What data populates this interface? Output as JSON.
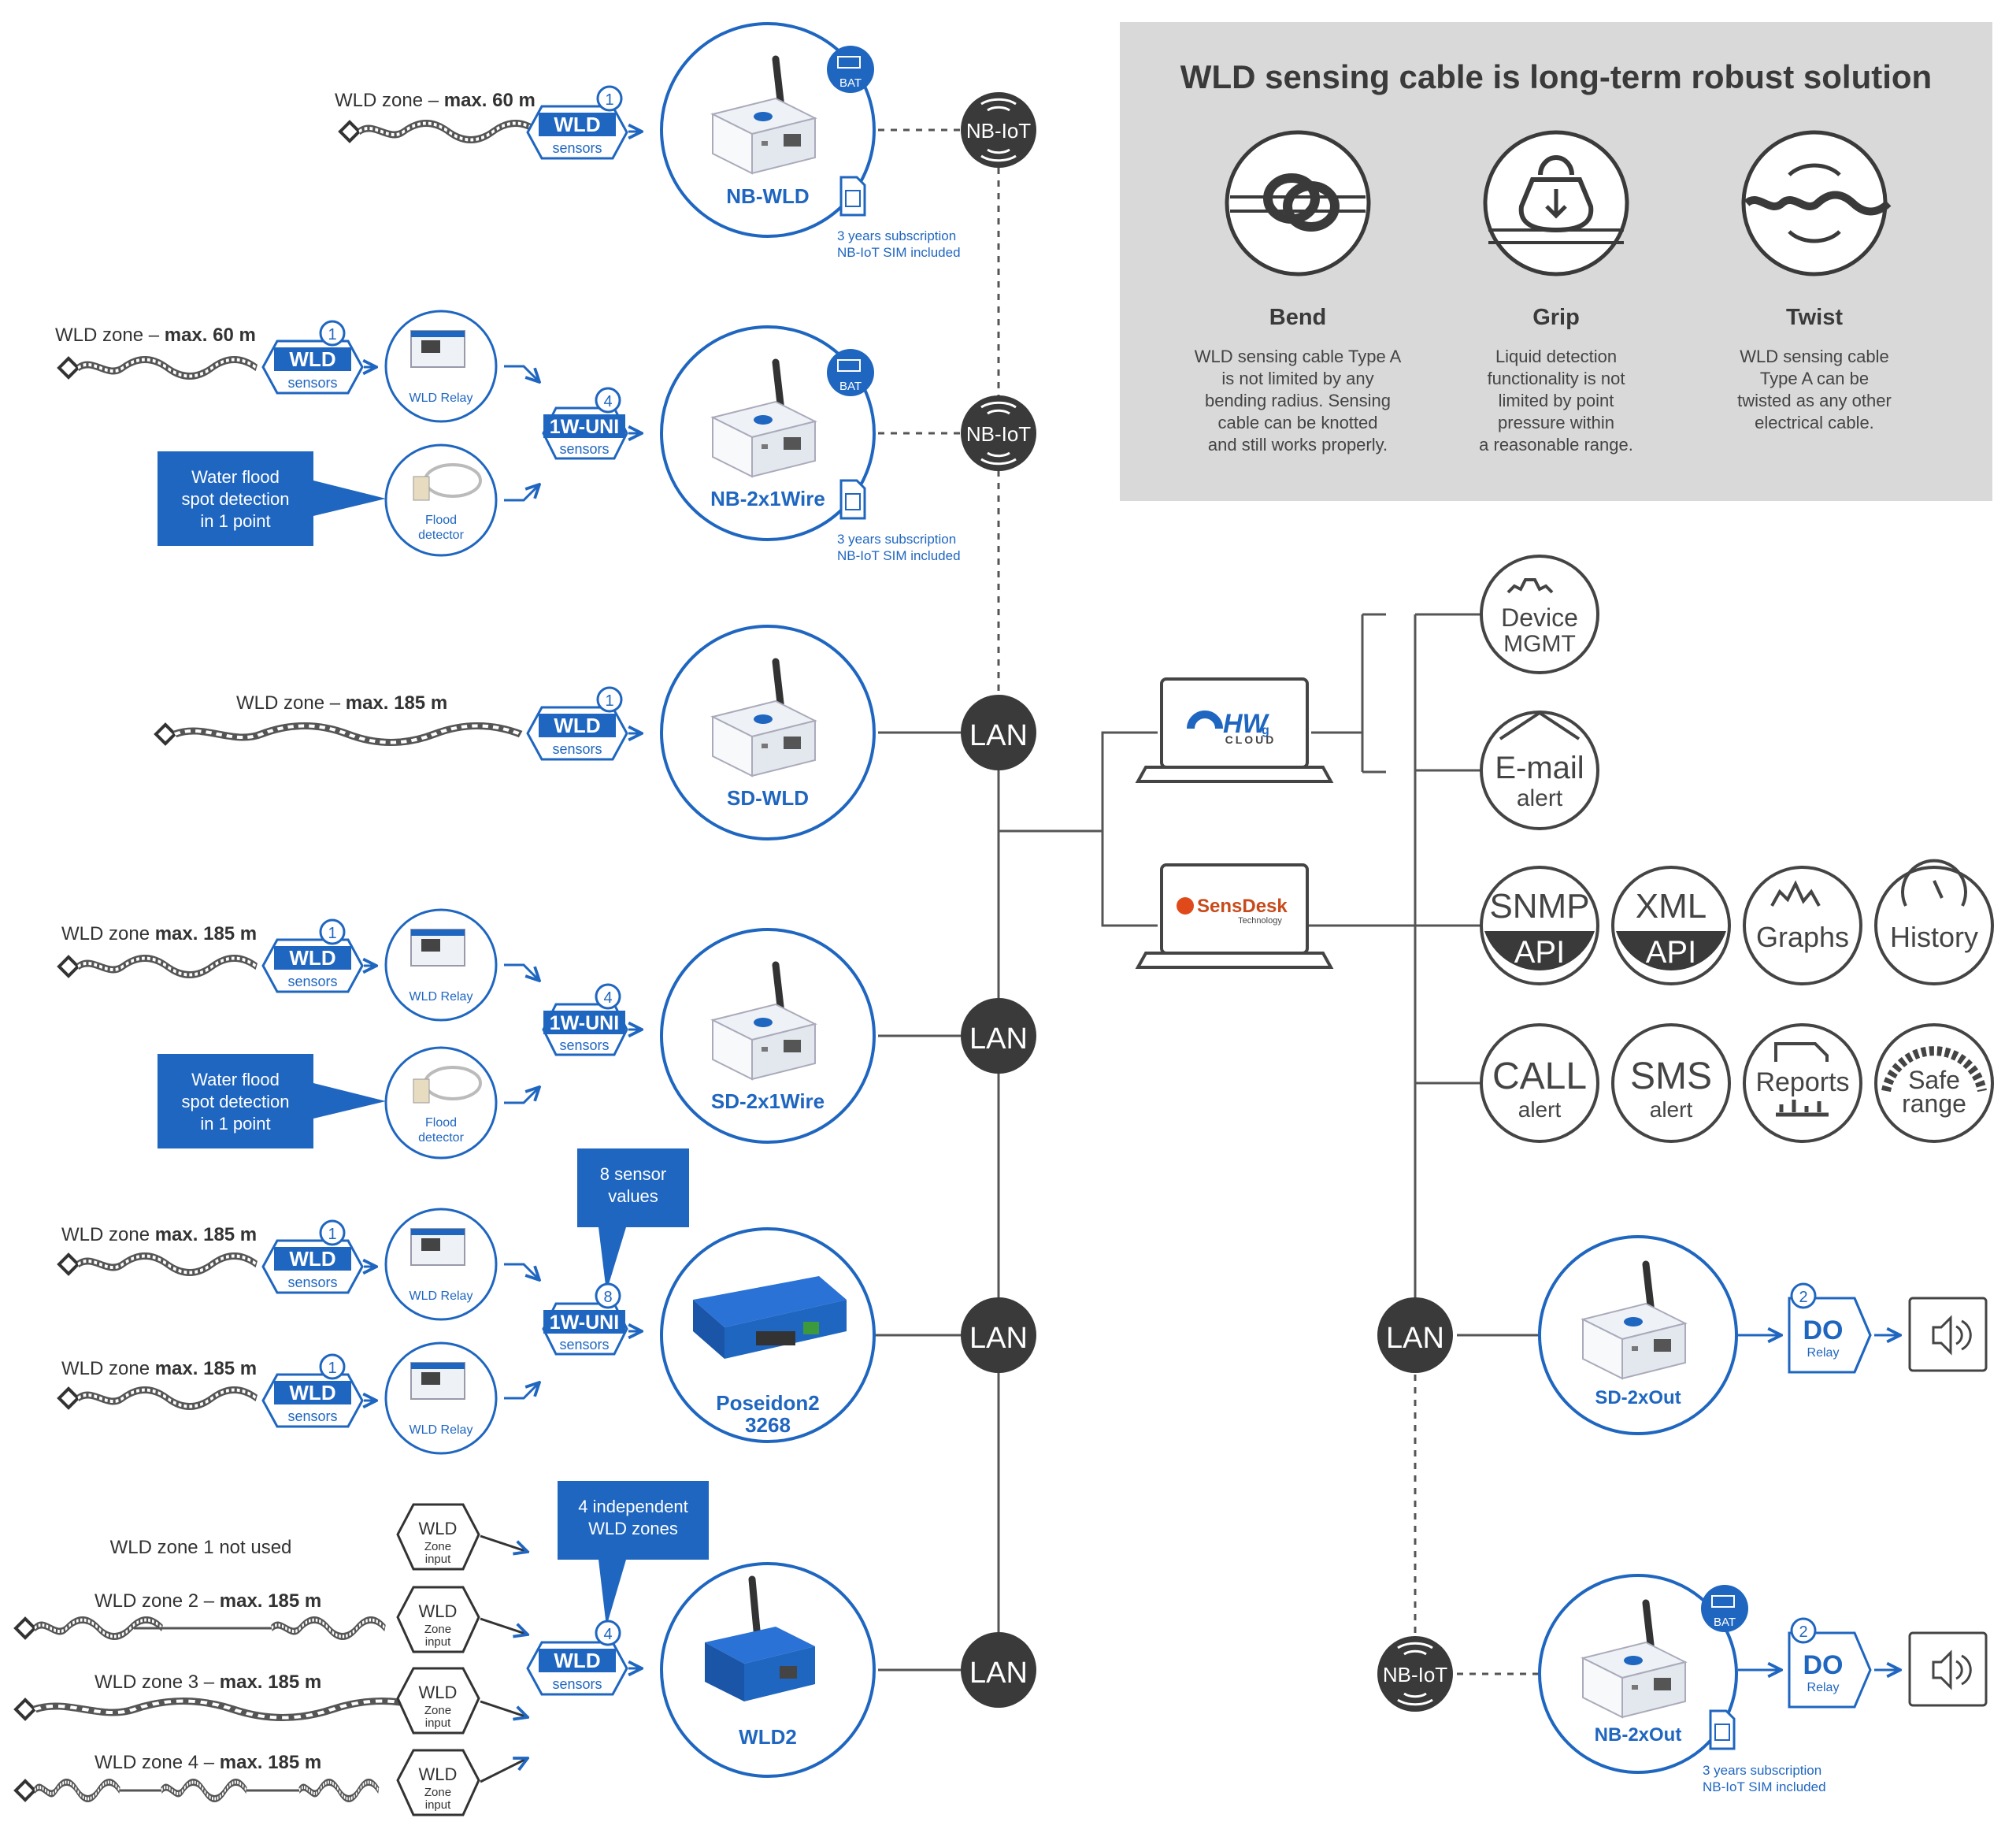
{
  "colors": {
    "blue": "#1f66c0",
    "dark": "#3a3a3a",
    "panel": "#d9d9d9",
    "text": "#333333",
    "white": "#ffffff"
  },
  "info_panel": {
    "title": "WLD sensing cable is long-term robust solution",
    "features": [
      {
        "icon": "knot-icon",
        "title": "Bend",
        "lines": [
          "WLD sensing cable Type A",
          "is not limited by any",
          "bending radius. Sensing",
          "cable can be knotted",
          "and still works properly."
        ]
      },
      {
        "icon": "kettlebell-icon",
        "title": "Grip",
        "lines": [
          "Liquid detection",
          "functionality is not",
          "limited by point",
          "pressure within",
          "a reasonable range."
        ]
      },
      {
        "icon": "twist-icon",
        "title": "Twist",
        "lines": [
          "WLD sensing cable",
          "Type A can be",
          "twisted as any other",
          "electrical cable."
        ]
      }
    ]
  },
  "common": {
    "wld": "WLD",
    "sensors": "sensors",
    "uni": "1W-UNI",
    "relay": "WLD Relay",
    "flood1": "Flood",
    "flood2": "detector",
    "bat": "BAT",
    "flood_callout": [
      "Water flood",
      "spot detection",
      "in 1 point"
    ],
    "sim": [
      "3 years subscription",
      "NB-IoT SIM included"
    ],
    "nbiot": "NB-IoT",
    "lan": "LAN",
    "zone_input": [
      "WLD",
      "Zone",
      "input"
    ],
    "do": "DO",
    "do_sub": "Relay"
  },
  "rows": {
    "nbwld": {
      "zone_pre": "WLD zone – ",
      "zone_bold": "max. 60 m",
      "count": "1",
      "device": "NB-WLD"
    },
    "nb2x1": {
      "zone_pre": "WLD zone – ",
      "zone_bold": "max. 60 m",
      "count1": "1",
      "count4": "4",
      "device": "NB-2x1Wire"
    },
    "sdwld": {
      "zone_pre": "WLD zone – ",
      "zone_bold": "max. 185 m",
      "count": "1",
      "device": "SD-WLD"
    },
    "sd2x1": {
      "zone_pre": "WLD zone ",
      "zone_bold": "max. 185 m",
      "count1": "1",
      "count4": "4",
      "device": "SD-2x1Wire"
    },
    "poseidon": {
      "zone_pre": "WLD zone ",
      "zone_bold": "max. 185 m",
      "count1": "1",
      "count8": "8",
      "callout": [
        "8 sensor",
        "values"
      ],
      "device": [
        "Poseidon2",
        "3268"
      ]
    },
    "wld2": {
      "zone1": "WLD zone 1 not used",
      "zones": [
        {
          "pre": "WLD zone 2 – ",
          "bold": "max. 185 m"
        },
        {
          "pre": "WLD zone 3 – ",
          "bold": "max. 185 m"
        },
        {
          "pre": "WLD zone 4 – ",
          "bold": "max. 185 m"
        }
      ],
      "count": "4",
      "callout": [
        "4 independent",
        "WLD zones"
      ],
      "device": "WLD2"
    }
  },
  "cloud": {
    "hwg": "HW",
    "hwg_sub": "g",
    "hwg_cloud": "CLOUD",
    "sensdesk": "SensDesk",
    "sensdesk_sub": "Technology"
  },
  "services": {
    "device_mgmt": [
      "Device",
      "MGMT"
    ],
    "email": [
      "E-mail",
      "alert"
    ],
    "snmp": [
      "SNMP",
      "API"
    ],
    "xml": [
      "XML",
      "API"
    ],
    "graphs": "Graphs",
    "history": "History",
    "call": [
      "CALL",
      "alert"
    ],
    "sms": [
      "SMS",
      "alert"
    ],
    "reports": "Reports",
    "safe": [
      "Safe",
      "range"
    ]
  },
  "outputs": {
    "sd2xout": "SD-2xOut",
    "nb2xout": "NB-2xOut",
    "count": "2"
  }
}
